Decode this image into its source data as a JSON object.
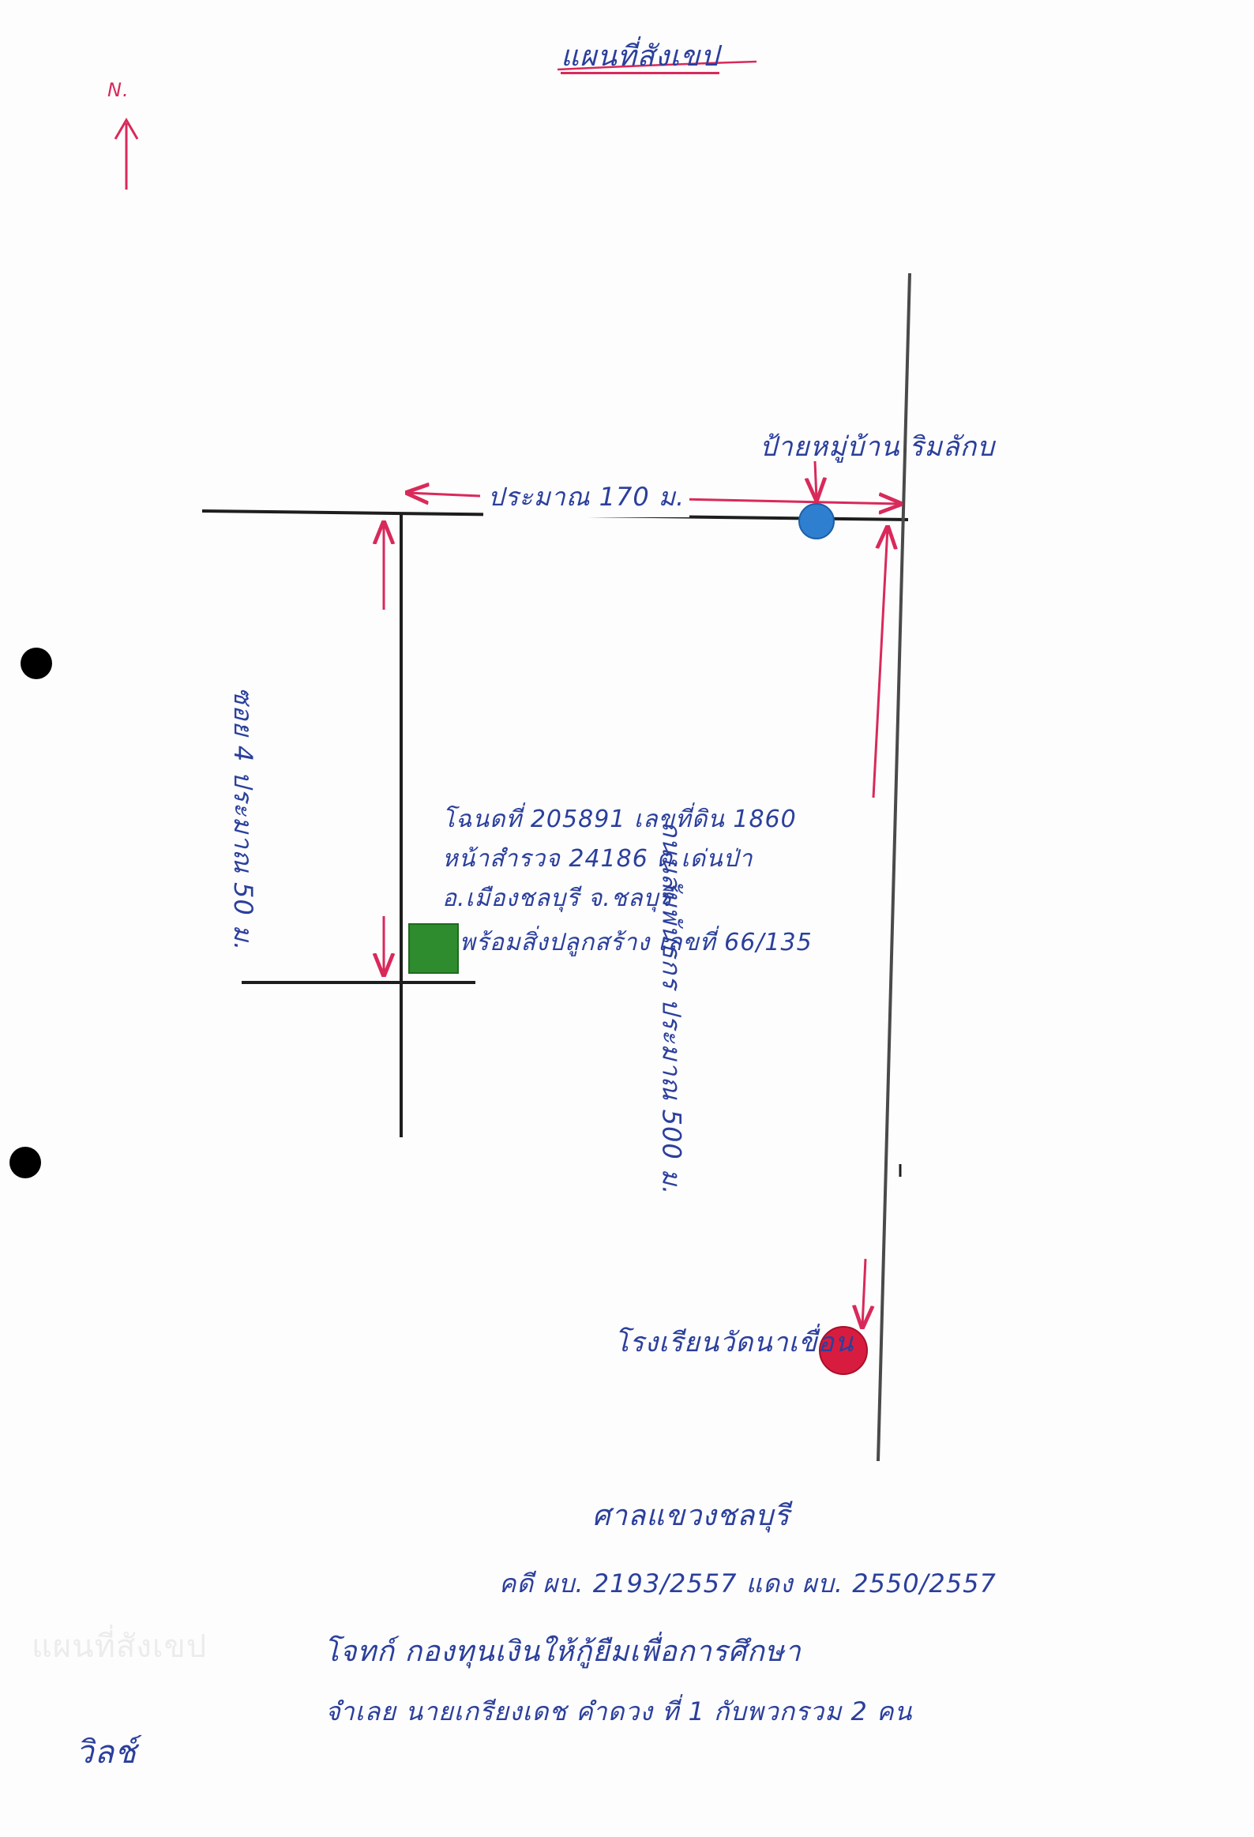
{
  "title": "แผนที่สังเขป",
  "north_label": "N.",
  "labels": {
    "top_distance": "ประมาณ 170 ม.",
    "village_sign": "ป้ายหมู่บ้าน ริมลักบ",
    "left_distance": "ซอย 4 ประมาณ 50 ม.",
    "right_road": "ถนนสัมพันธกร ประมาณ 500 ม.",
    "school": "โรงเรียนวัดนาเขื่อน"
  },
  "deed": {
    "line1": "โฉนดที่ 205891 เลขที่ดิน 1860",
    "line2": "หน้าสำรวจ 24186 ต.เด่นป่า",
    "line3": "อ.เมืองชลบุรี จ.ชลบุรี",
    "line4": "พร้อมสิ่งปลูกสร้าง เลขที่ 66/135"
  },
  "footer": {
    "court": "ศาลแขวงชลบุรี",
    "case_no": "คดี ผบ. 2193/2557 แดง ผบ. 2550/2557",
    "plaintiff": "โจทก์ กองทุนเงินให้กู้ยืมเพื่อการศึกษา",
    "defendant": "จำเลย นายเกรียงเดช คำดวง ที่ 1 กับพวกรวม 2 คน",
    "signature": "วิลช์",
    "stamp": "แผนที่สังเขป"
  },
  "colors": {
    "ink_blue": "#2b3f9c",
    "ink_red": "#d9295a",
    "road": "#1e1e1e",
    "marker_blue": "#2f7fd0",
    "marker_red": "#d81c3f",
    "marker_green": "#2e8b2e"
  }
}
